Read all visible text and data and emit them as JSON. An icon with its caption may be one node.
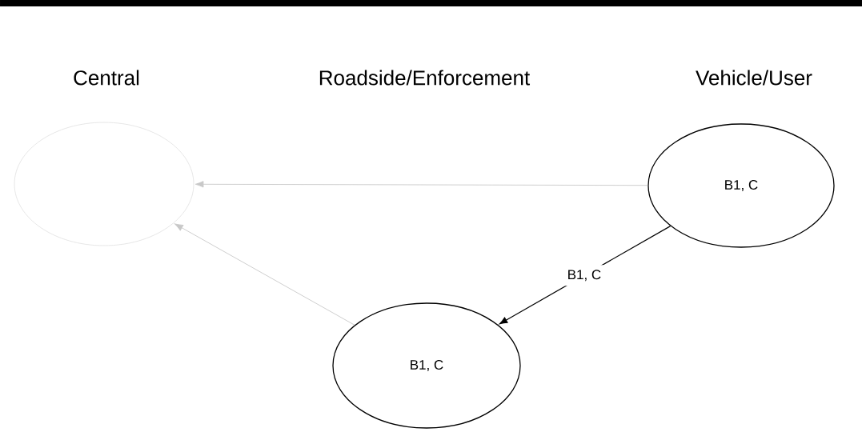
{
  "diagram": {
    "nodes": [
      {
        "text": [],
        "shape": "ellipse"
      },
      {
        "text": [
          "B1, C"
        ]
      },
      {
        "text": [
          "B1, C"
        ]
      }
    ],
    "edges": [
      {
        "from": 1,
        "to": 0,
        "arrow": "to",
        "color": "#c8c8c8"
      },
      {
        "from": 2,
        "to": 0,
        "arrow": "to",
        "color": "#c8c8c8"
      },
      {
        "from": 1,
        "to": 2,
        "arrow": "to",
        "label": "B1, C",
        "color": "#000000"
      }
    ],
    "labels": [
      "Central",
      "Roadside/Enforcement",
      "Vehicle/User"
    ]
  }
}
